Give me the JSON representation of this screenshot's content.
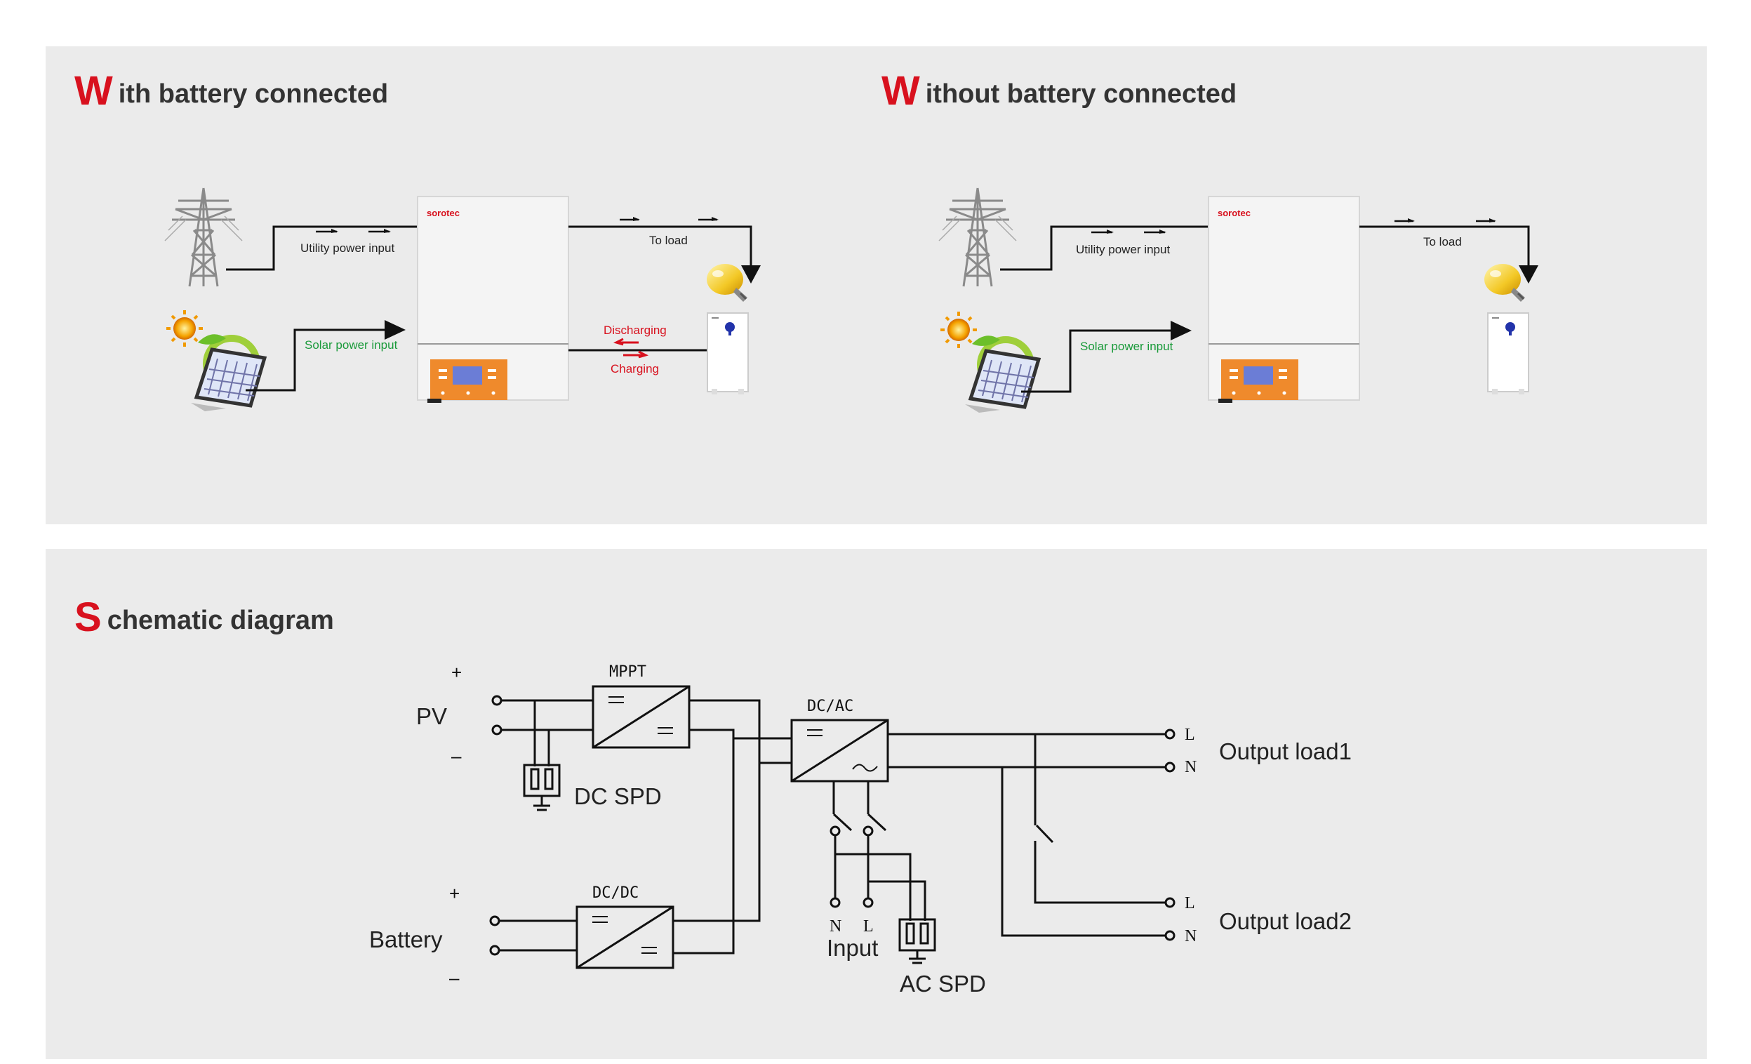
{
  "sections": {
    "with_battery": {
      "initial": "W",
      "rest": "ith battery connected"
    },
    "without_battery": {
      "initial": "W",
      "rest": "ithout battery connected"
    },
    "schematic": {
      "initial": "S",
      "rest": "chematic diagram"
    }
  },
  "flow": {
    "utility_label": "Utility power input",
    "solar_label": "Solar power input",
    "load_label": "To load",
    "discharging_label": "Discharging",
    "charging_label": "Charging",
    "brand": "sorotec"
  },
  "schematic": {
    "pv_label": "PV",
    "battery_label": "Battery",
    "plus": "+",
    "minus": "–",
    "mppt_label": "MPPT",
    "dcdc_label": "DC/DC",
    "dcac_label": "DC/AC",
    "dc_spd_label": "DC SPD",
    "ac_spd_label": "AC SPD",
    "input_label": "Input",
    "n_label": "N",
    "l_label": "L",
    "output1_label": "Output load1",
    "output2_label": "Output load2"
  },
  "colors": {
    "accent_red": "#d8111e",
    "solar_green": "#1a9a3a",
    "panel_bg": "#ebebeb",
    "inverter_orange": "#ef8a2c"
  },
  "icons": [
    "pylon-icon",
    "solar-panel-icon",
    "sun-icon",
    "inverter-icon",
    "light-bulb-icon",
    "battery-cabinet-icon"
  ]
}
